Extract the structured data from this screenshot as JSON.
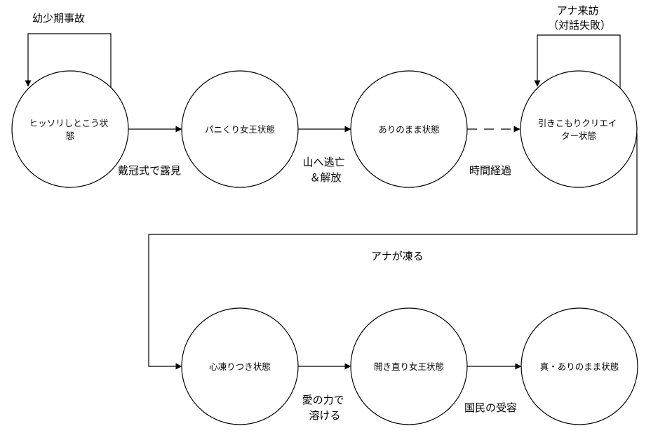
{
  "diagram": {
    "nodes": {
      "hissori": [
        "ヒッソリしとこう状",
        "態"
      ],
      "panic": [
        "パニくり女王状態"
      ],
      "arinomama": [
        "ありのまま状態"
      ],
      "hikikomori": [
        "引きこもりクリエイ",
        "ター状態"
      ],
      "kokoro": [
        "心凍りつき状態"
      ],
      "hirakinaori": [
        "開き直り女王状態"
      ],
      "shin": [
        "真・ありのまま状態"
      ]
    },
    "edges": {
      "childhood": "幼少期事故",
      "coronation": "戴冠式で露見",
      "escape": [
        "山へ逃亡",
        "＆解放"
      ],
      "time": "時間経過",
      "anna_visit": [
        "アナ来訪",
        "（対話失敗）"
      ],
      "anna_freeze": "アナが凍る",
      "love": [
        "愛の力で",
        "溶ける"
      ],
      "acceptance": "国民の受容"
    }
  }
}
